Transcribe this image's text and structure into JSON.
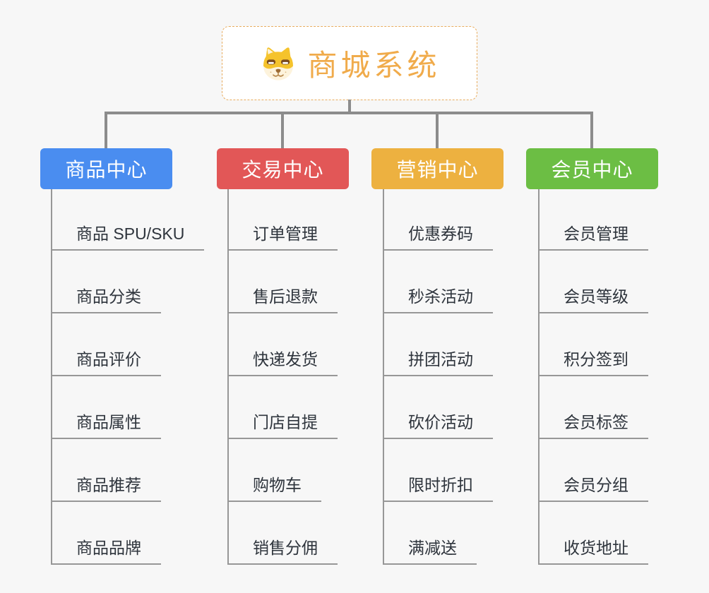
{
  "root": {
    "title": "商城系统",
    "icon": "dog-icon"
  },
  "colors": {
    "background": "#F7F7F7",
    "connector": "#8C8C8C",
    "leaf_line": "#979797",
    "leaf_text": "#2E343C",
    "root_text": "#F0AB4B",
    "root_border": "#E8AC5E",
    "branch_product": "#4A8DF0",
    "branch_trade": "#E25757",
    "branch_marketing": "#EDB140",
    "branch_member": "#6CBE44"
  },
  "branches": [
    {
      "label": "商品中心",
      "color": "#4A8DF0",
      "items": [
        "商品 SPU/SKU",
        "商品分类",
        "商品评价",
        "商品属性",
        "商品推荐",
        "商品品牌"
      ]
    },
    {
      "label": "交易中心",
      "color": "#E25757",
      "items": [
        "订单管理",
        "售后退款",
        "快递发货",
        "门店自提",
        "购物车",
        "销售分佣"
      ]
    },
    {
      "label": "营销中心",
      "color": "#EDB140",
      "items": [
        "优惠券码",
        "秒杀活动",
        "拼团活动",
        "砍价活动",
        "限时折扣",
        "满减送"
      ]
    },
    {
      "label": "会员中心",
      "color": "#6CBE44",
      "items": [
        "会员管理",
        "会员等级",
        "积分签到",
        "会员标签",
        "会员分组",
        "收货地址"
      ]
    }
  ]
}
